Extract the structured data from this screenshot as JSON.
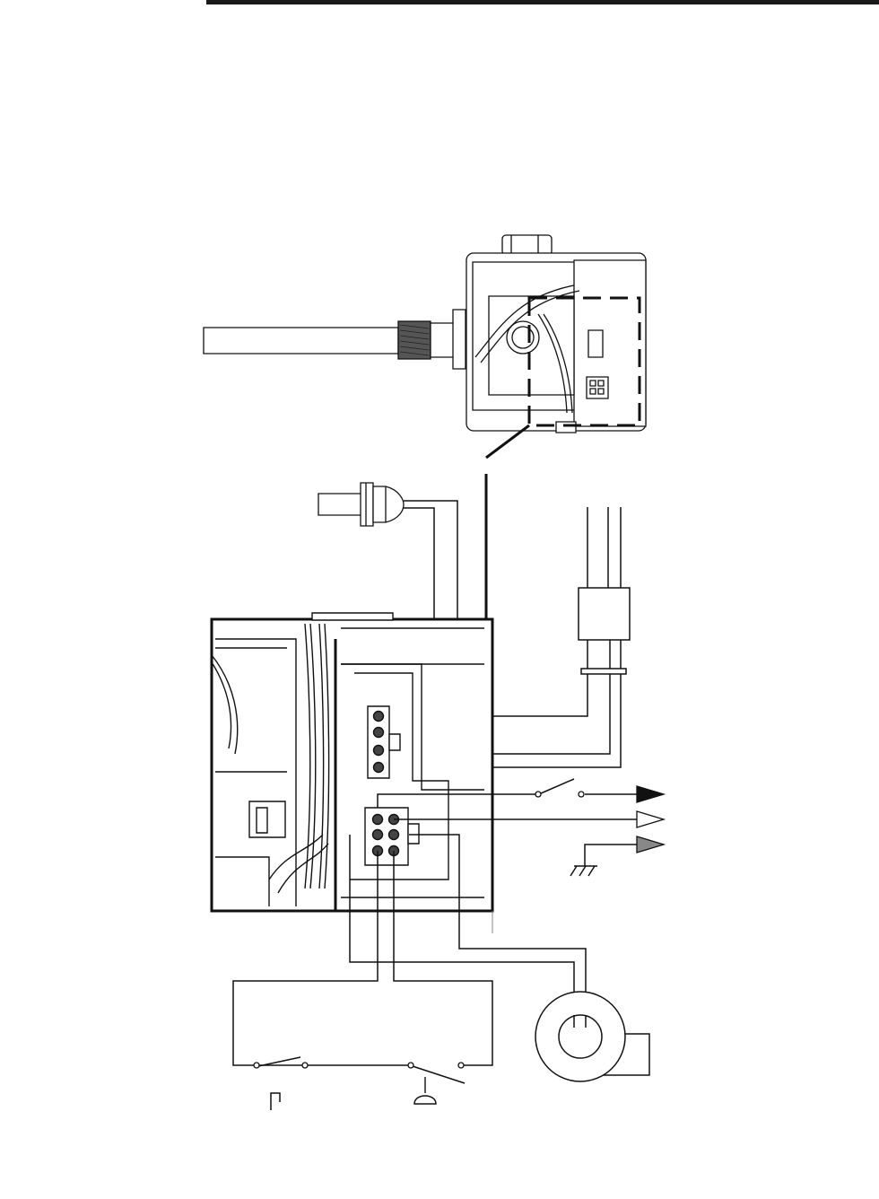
{
  "page": {
    "header_rule_color": "#1a1a1a",
    "line_color": "#111111",
    "gray_fill": "#888888"
  },
  "diagram": {
    "components": [
      {
        "name": "gas-valve-with-thermostat-probe",
        "icon": "gas-valve"
      },
      {
        "name": "valve-detail-callout",
        "icon": "dashed-callout-box"
      },
      {
        "name": "thermocouple-connector",
        "icon": "plug"
      },
      {
        "name": "thermopile-leads",
        "icon": "two-wire-lead"
      },
      {
        "name": "four-pin-connector",
        "icon": "connector-4pin"
      },
      {
        "name": "six-pin-connector",
        "icon": "connector-6pin"
      },
      {
        "name": "switch-output-arrow",
        "icon": "arrow-solid"
      },
      {
        "name": "open-output-arrow",
        "icon": "arrow-open"
      },
      {
        "name": "ground-output-arrow",
        "icon": "arrow-gray"
      },
      {
        "name": "ground-symbol",
        "icon": "ground"
      },
      {
        "name": "limit-switch",
        "icon": "switch"
      },
      {
        "name": "pressure-switch",
        "icon": "switch"
      },
      {
        "name": "blower-motor",
        "icon": "motor"
      }
    ]
  }
}
